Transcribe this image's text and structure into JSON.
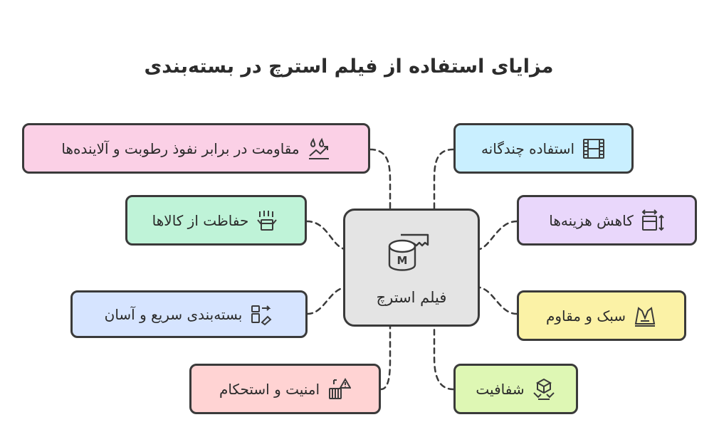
{
  "title": "مزایای استفاده از فیلم استرچ در بسته‌بندی",
  "center": {
    "label": "فیلم استرچ",
    "icon": "film-roll-icon",
    "icon_letter": "M"
  },
  "left_nodes": [
    {
      "label": "مقاومت در برابر نفوذ رطوبت و آلاینده‌ها",
      "icon": "moisture-icon",
      "color": "#fbd0e6"
    },
    {
      "label": "حفاظت از کالاها",
      "icon": "protect-box-icon",
      "color": "#bff3d8"
    },
    {
      "label": "بسته‌بندی سریع و آسان",
      "icon": "quick-pack-icon",
      "color": "#d6e4ff"
    },
    {
      "label": "امنیت و استحکام",
      "icon": "security-icon",
      "color": "#ffd3d3"
    }
  ],
  "right_nodes": [
    {
      "label": "استفاده چندگانه",
      "icon": "film-strip-icon",
      "color": "#c9efff"
    },
    {
      "label": "کاهش هزینه‌ها",
      "icon": "cost-reduction-icon",
      "color": "#e9d7fb"
    },
    {
      "label": "سبک و مقاوم",
      "icon": "lightweight-icon",
      "color": "#fbf2a6"
    },
    {
      "label": "شفافیت",
      "icon": "transparency-icon",
      "color": "#def7b4"
    }
  ]
}
